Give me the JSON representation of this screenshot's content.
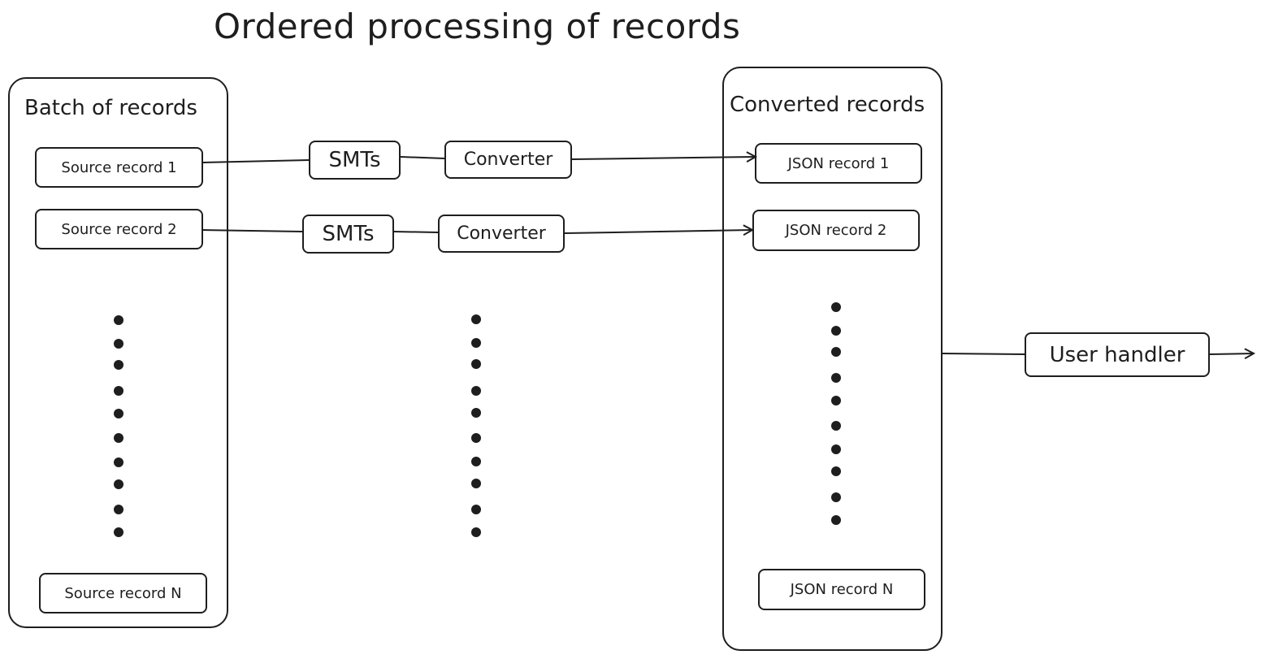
{
  "title": "Ordered processing of records",
  "batch": {
    "label": "Batch of records",
    "records": [
      "Source record 1",
      "Source record 2",
      "Source record N"
    ]
  },
  "pipeline": [
    {
      "smt": "SMTs",
      "converter": "Converter"
    },
    {
      "smt": "SMTs",
      "converter": "Converter"
    }
  ],
  "converted": {
    "label": "Converted records",
    "records": [
      "JSON record 1",
      "JSON record 2",
      "JSON record N"
    ]
  },
  "handler": {
    "label": "User handler"
  },
  "colors": {
    "stroke": "#1e1e1e",
    "background": "#ffffff"
  }
}
